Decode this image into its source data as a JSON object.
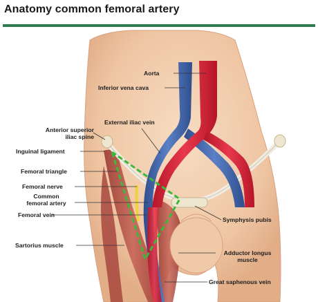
{
  "title": "Anatomy common femoral artery",
  "labels": {
    "aorta": "Aorta",
    "ivc": "Inferior vena cava",
    "ext_iliac_vein": "External iliac vein",
    "asis_line1": "Anterior superior",
    "asis_line2": "iliac spine",
    "inguinal_ligament": "Inguinal ligament",
    "femoral_triangle": "Femoral triangle",
    "femoral_nerve": "Femoral nerve",
    "cfa_line1": "Common",
    "cfa_line2": "femoral artery",
    "femoral_vein": "Femoral vein",
    "symphysis_pubis": "Symphysis pubis",
    "sartorius": "Sartorius muscle",
    "adductor_line1": "Adductor longus",
    "adductor_line2": "muscle",
    "gsv": "Great saphenous vein"
  },
  "colors": {
    "accent_rule": "#2f7d4f",
    "skin": "#f2d0b2",
    "artery": "#d7263d",
    "vein": "#3f63a8",
    "muscle": "#b4554a",
    "triangle_outline": "#3cb93c"
  }
}
